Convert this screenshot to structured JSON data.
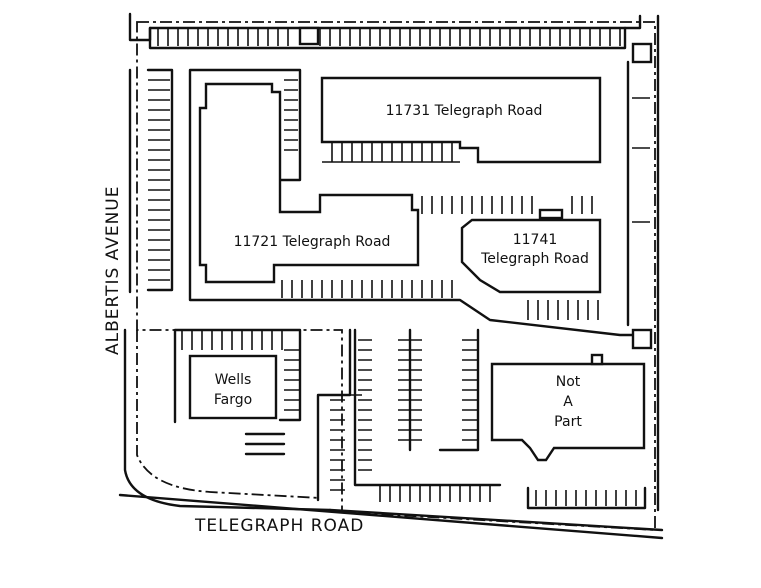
{
  "buildings": {
    "b11731": {
      "label": "11731 Telegraph Road"
    },
    "b11721": {
      "label": "11721 Telegraph Road"
    },
    "b11741": {
      "line1": "11741",
      "line2": "Telegraph Road"
    },
    "wells": {
      "line1": "Wells",
      "line2": "Fargo"
    },
    "nap": {
      "line1": "Not",
      "line2": "A",
      "line3": "Part"
    }
  },
  "streets": {
    "albertis": "ALBERTIS AVENUE",
    "telegraph": "TELEGRAPH ROAD"
  }
}
